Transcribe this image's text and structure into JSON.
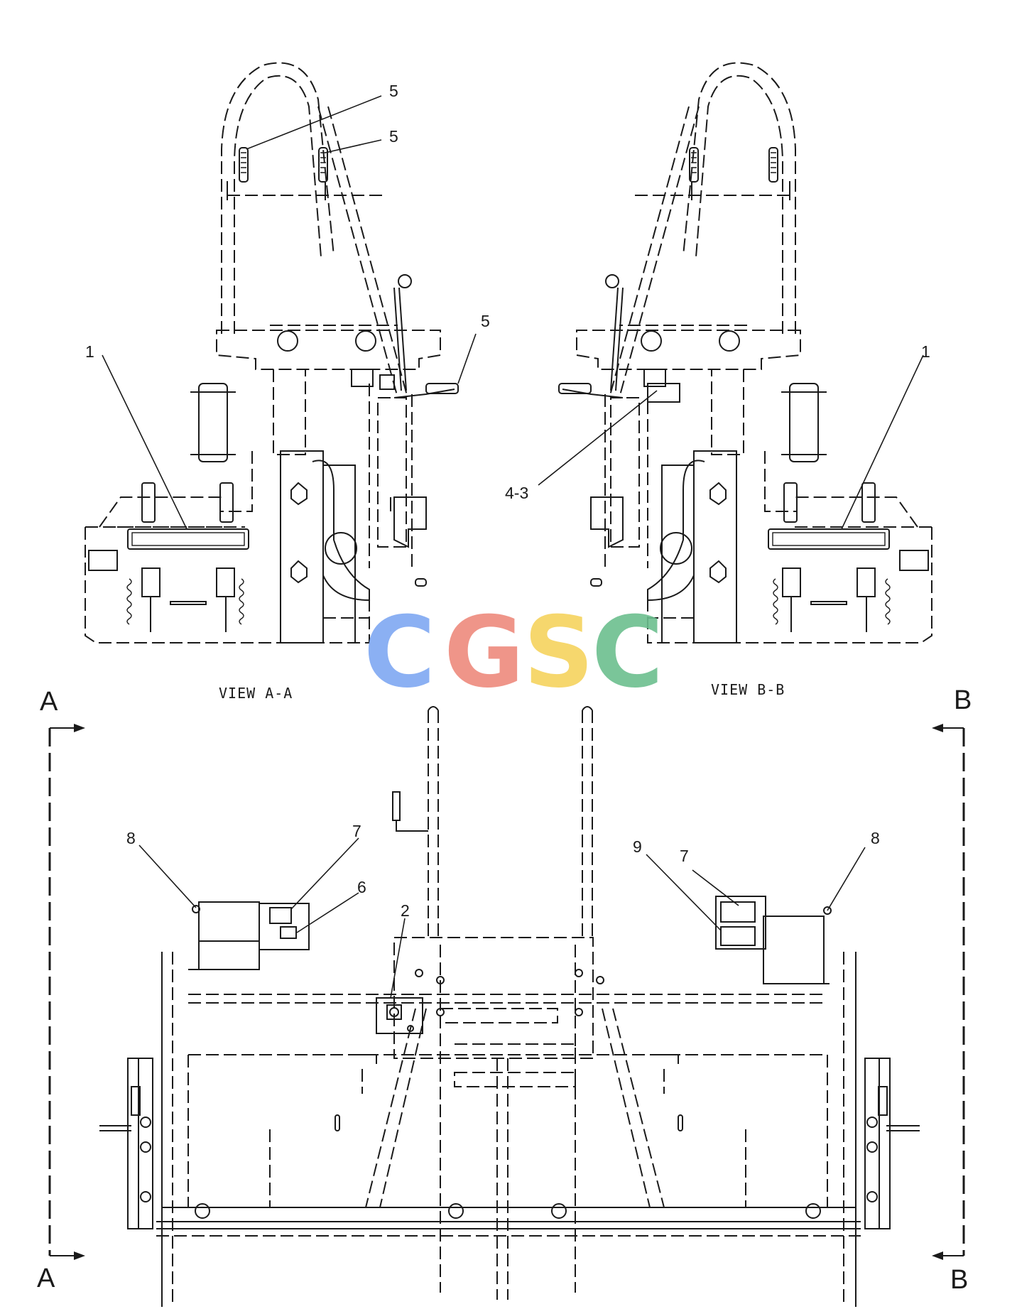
{
  "views": {
    "a": "VIEW A-A",
    "b": "VIEW B-B"
  },
  "section_marks": {
    "a_top": "A",
    "a_bottom": "A",
    "b_top": "B",
    "b_bottom": "B"
  },
  "callouts": {
    "a_handle_upper": "5",
    "a_handle_lower": "5",
    "a_crank": "5",
    "a_bar": "1",
    "b_bar": "1",
    "b_switch": "4-3",
    "plan_left_light": "8",
    "plan_left_panel": "7",
    "plan_left_switch": "6",
    "plan_valve": "2",
    "plan_right_gauge": "9",
    "plan_right_panel": "7",
    "plan_right_light": "8"
  },
  "watermark": {
    "letters": [
      "C",
      "G",
      "S",
      "C"
    ],
    "colors": [
      "#7FA8F2",
      "#EE8A7D",
      "#F6D35E",
      "#6CBF8F"
    ]
  }
}
